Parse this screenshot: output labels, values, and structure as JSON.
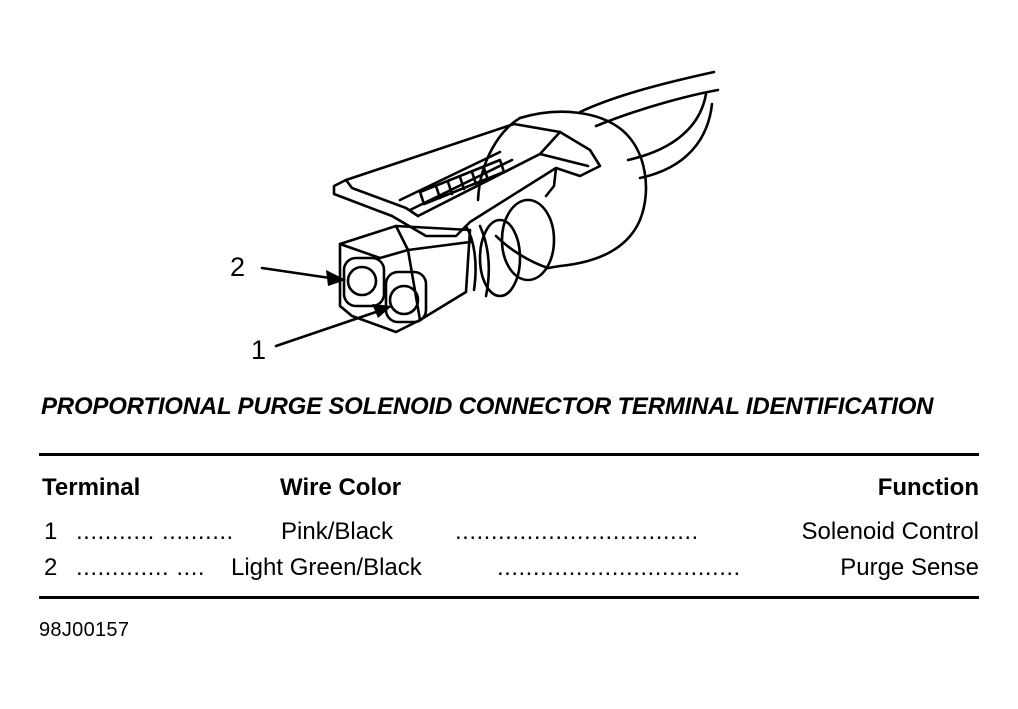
{
  "callouts": {
    "terminal_2": "2",
    "terminal_1": "1"
  },
  "title": "PROPORTIONAL PURGE SOLENOID CONNECTOR TERMINAL IDENTIFICATION",
  "table": {
    "headers": {
      "terminal": "Terminal",
      "wire_color": "Wire Color",
      "function": "Function"
    },
    "rows": [
      {
        "terminal": "1",
        "leader_a": "........... ..........",
        "wire_color": "Pink/Black",
        "leader_b": "..................................",
        "function": "Solenoid Control"
      },
      {
        "terminal": "2",
        "leader_a": "............. ....",
        "wire_color": "Light Green/Black",
        "leader_b": "..................................",
        "function": "Purge Sense"
      }
    ]
  },
  "figure_code": "98J00157"
}
